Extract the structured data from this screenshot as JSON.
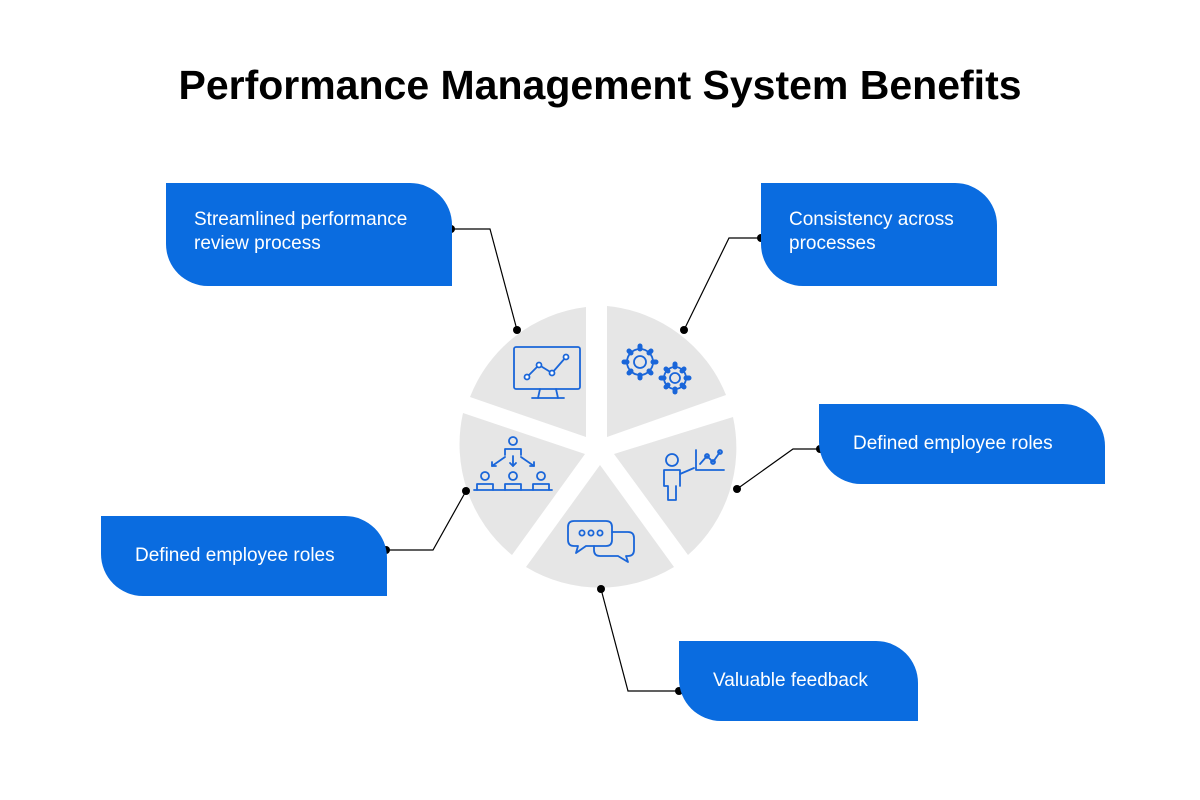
{
  "title": "Performance Management System Benefits",
  "colors": {
    "accent": "#0a6ce0",
    "segment": "#e6e6e6",
    "icon": "#1a66d9",
    "connector": "#000000"
  },
  "segments": [
    {
      "icon": "monitor-chart-icon"
    },
    {
      "icon": "gears-icon"
    },
    {
      "icon": "presenter-chart-icon"
    },
    {
      "icon": "chat-bubbles-icon"
    },
    {
      "icon": "org-hierarchy-icon"
    }
  ],
  "benefits": [
    {
      "label": "Streamlined performance review process"
    },
    {
      "label": "Consistency across processes"
    },
    {
      "label": "Defined employee roles"
    },
    {
      "label": "Valuable feedback"
    },
    {
      "label": "Defined employee roles"
    }
  ]
}
